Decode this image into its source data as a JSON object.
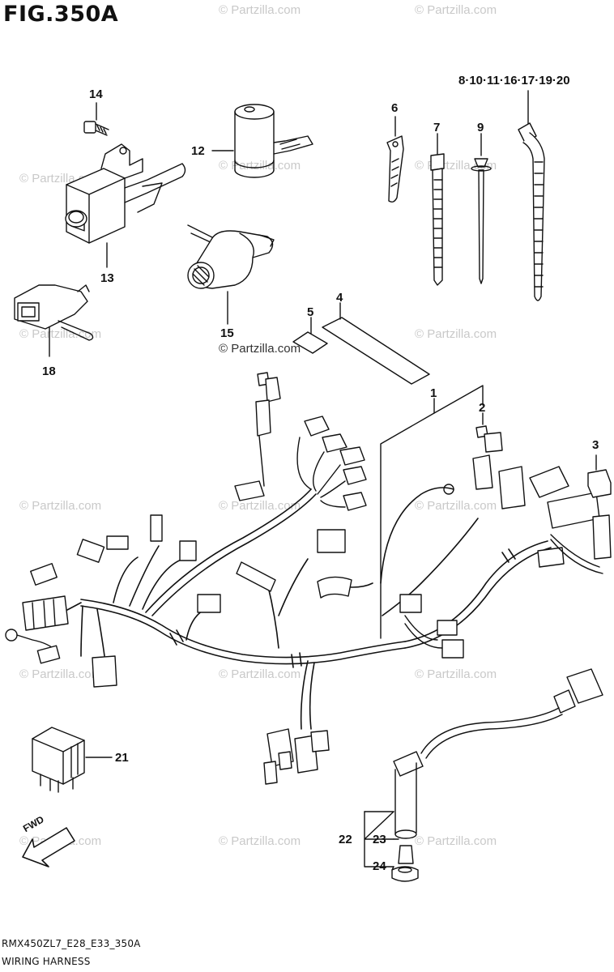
{
  "figure": {
    "title": "FIG.350A",
    "code": "RMX450ZL7_E28_E33_350A",
    "name": "WIRING HARNESS"
  },
  "watermark": "© Partzilla.com",
  "fwd_label": "FWD",
  "callouts": {
    "c1": "1",
    "c2": "2",
    "c3": "3",
    "c4": "4",
    "c5": "5",
    "c6": "6",
    "c7": "7",
    "c9": "9",
    "c8group": "8·10·11·16·17·19·20",
    "c12": "12",
    "c13": "13",
    "c14": "14",
    "c15": "15",
    "c18": "18",
    "c21": "21",
    "c22": "22",
    "c23": "23",
    "c24": "24"
  }
}
